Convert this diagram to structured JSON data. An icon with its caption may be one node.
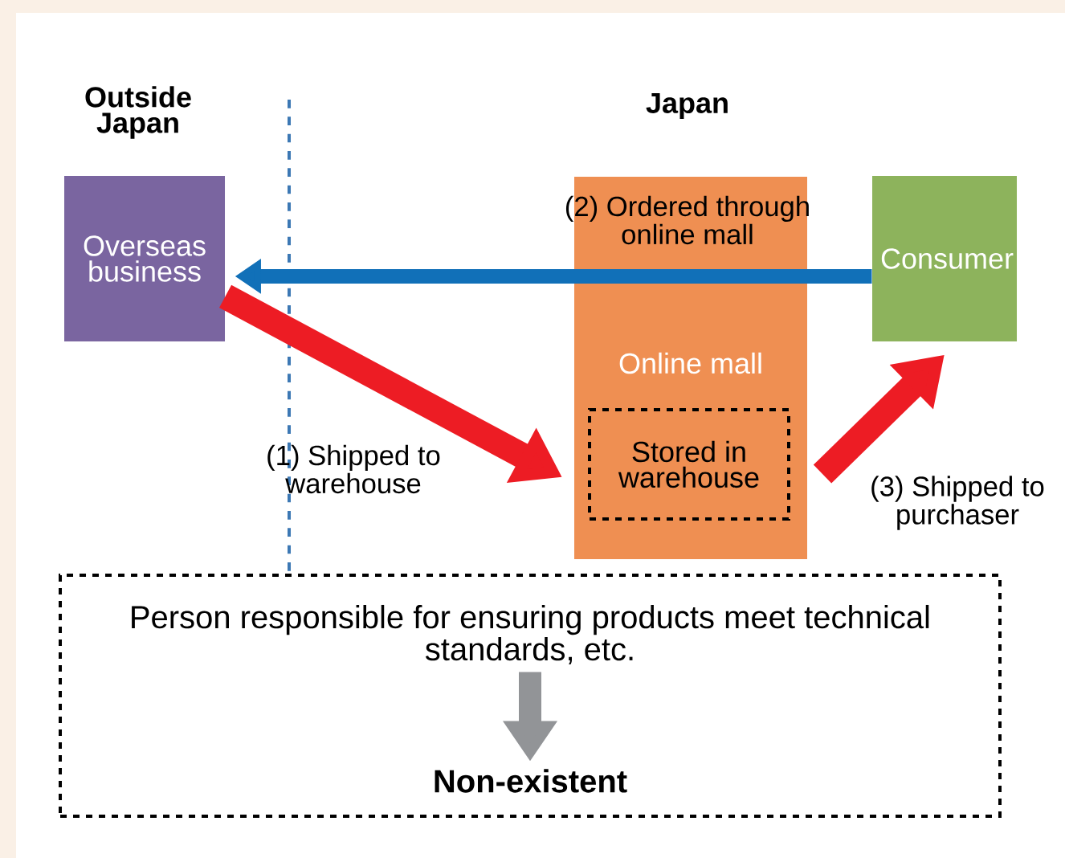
{
  "diagram": {
    "nodes": [
      {
        "text": [
          "Overseas business"
        ]
      },
      {
        "text": [
          "Online mall"
        ]
      },
      {
        "text": [
          "Stored in warehouse"
        ],
        "in": 1
      },
      {
        "text": [
          "Consumer"
        ]
      },
      {
        "text": [],
        "shape": "box"
      },
      {
        "text": [
          "Person responsible for ensuring products meet technical standards, etc."
        ],
        "in": 4
      },
      {
        "text": [
          "Non-existent"
        ],
        "in": 4
      }
    ],
    "edges": [
      {
        "from": 0,
        "to": 2,
        "arrow": "to",
        "label": "(1) Shipped to warehouse",
        "color": "#ed1c24"
      },
      {
        "from": 3,
        "to": 0,
        "arrow": "to",
        "label": "(2) Ordered through online mall",
        "color": "#1170b8"
      },
      {
        "from": 2,
        "to": 3,
        "arrow": "to",
        "label": "(3) Shipped to purchaser",
        "color": "#ed1c24"
      },
      {
        "from": 5,
        "to": 6,
        "arrow": "to",
        "color": "#929497"
      }
    ],
    "labels": [
      "Outside Japan",
      "Japan"
    ]
  }
}
